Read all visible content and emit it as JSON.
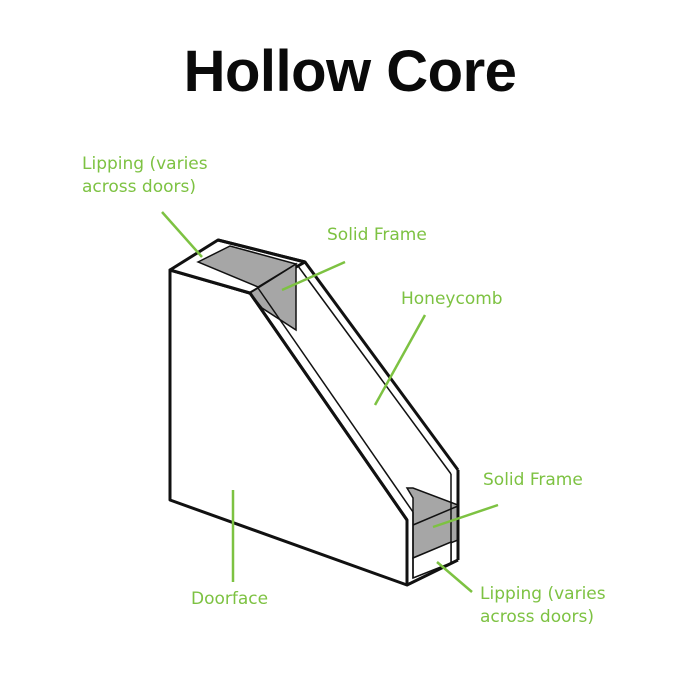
{
  "title": "Hollow Core",
  "colors": {
    "label_green": "#7dc242",
    "outline": "#111111",
    "frame_grey": "#a6a6a6",
    "face": "#ffffff"
  },
  "labels": {
    "lipping_top": {
      "line1": "Lipping (varies",
      "line2": "across doors)"
    },
    "solid_frame_top": "Solid Frame",
    "honeycomb": "Honeycomb",
    "solid_frame_bottom": "Solid Frame",
    "doorface": "Doorface",
    "lipping_bottom": {
      "line1": "Lipping (varies",
      "line2": "across doors)"
    }
  }
}
